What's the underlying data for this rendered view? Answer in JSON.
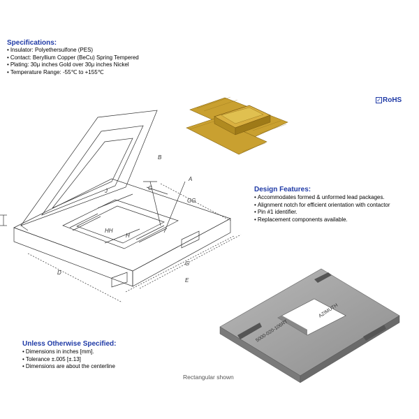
{
  "specifications": {
    "title": "Specifications:",
    "items": [
      "Insulator: Polyethersulfone (PES)",
      "Contact: Beryllium Copper (BeCu) Spring Tempered",
      "Plating: 30μ inches Gold over 30μ inches Nickel",
      "Temperature Range: -55℃ to +155℃"
    ]
  },
  "rohs": {
    "label": "RoHS",
    "check": "✓"
  },
  "design_features": {
    "title": "Design  Features:",
    "items": [
      "Accommodates formed & unformed lead packages.",
      "Alignment notch for efficient orientation with contactor",
      "Pin #1 identifier.",
      "Replacement components available."
    ]
  },
  "unless_specified": {
    "title": "Unless Otherwise Specified:",
    "items": [
      "Dimensions in inches [mm].",
      "Tolerance ±.005 [±.13]",
      "Dimensions are about the centerline"
    ]
  },
  "drawing": {
    "dimension_labels": [
      "B",
      "A",
      "C",
      "GG",
      "J",
      "HH",
      "H",
      "D",
      "G",
      "E"
    ]
  },
  "socket_product": {
    "text_line1": "AZIMUTH",
    "text_line2": "5000-020-106RT"
  },
  "caption": "Rectangular shown",
  "colors": {
    "heading": "#1f3aa6",
    "gold_flex": "#c9a030",
    "socket_gray": "#9a9a9a"
  }
}
